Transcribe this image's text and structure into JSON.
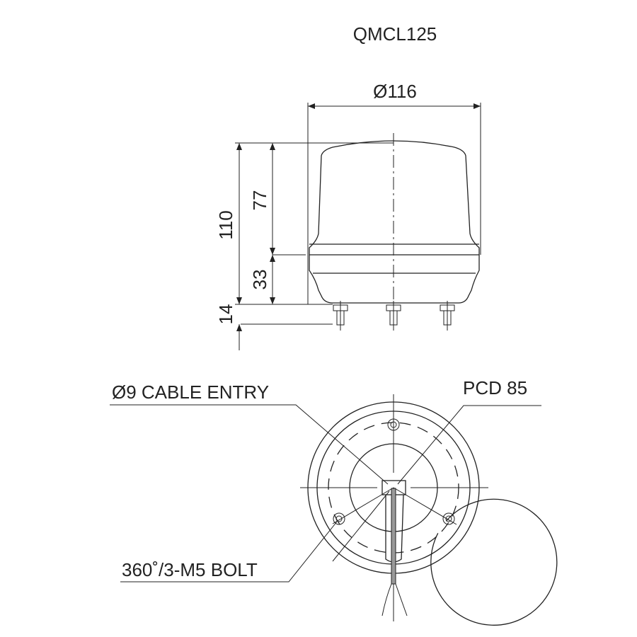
{
  "title": "QMCL125",
  "side_view": {
    "diameter": "Ø116",
    "total_height": "110",
    "dome_height": "77",
    "base_height": "33",
    "bolt_length": "14"
  },
  "bottom_view": {
    "cable_entry": "Ø9 CABLE ENTRY",
    "pcd": "PCD 85",
    "bolts": "360˚/3-M5 BOLT"
  },
  "colors": {
    "line": "#222222",
    "background": "#ffffff"
  }
}
